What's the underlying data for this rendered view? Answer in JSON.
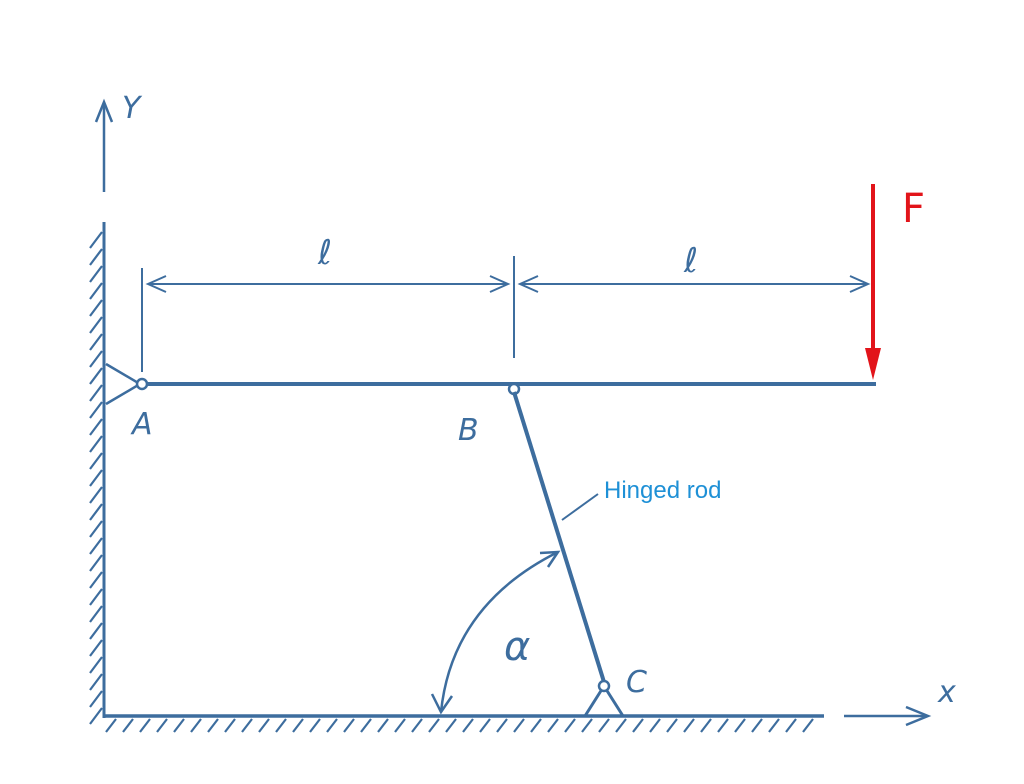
{
  "axes": {
    "y_label": "Y",
    "x_label": "x"
  },
  "points": {
    "A": "A",
    "B": "B",
    "C": "C"
  },
  "dimensions": {
    "left_span": "ℓ",
    "right_span": "ℓ"
  },
  "force": {
    "label": "F",
    "color": "#e2141a"
  },
  "rod": {
    "label": "Hinged rod",
    "label_color": "#1e90d6"
  },
  "angle": {
    "label": "α"
  },
  "colors": {
    "ink": "#3d6d9e"
  }
}
